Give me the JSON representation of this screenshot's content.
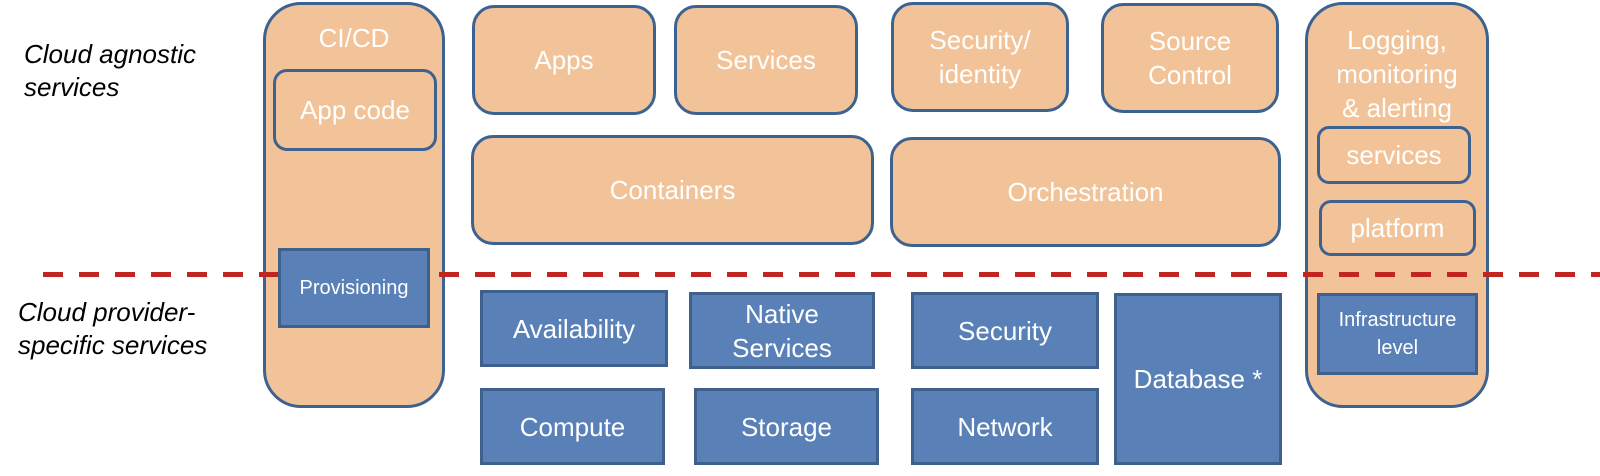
{
  "layers": {
    "agnostic_label": "Cloud agnostic\nservices",
    "provider_label": "Cloud provider-\nspecific services"
  },
  "colors": {
    "agnostic_fill": "#f2c398",
    "agnostic_border": "#3d6290",
    "provider_fill": "#5980b7",
    "provider_border": "#3f5f8d",
    "divider": "#c0261e"
  },
  "cicd": {
    "title": "CI/CD",
    "inner_agnostic": "App code",
    "inner_provider": "Provisioning"
  },
  "agnostic_boxes": {
    "apps": "Apps",
    "services": "Services",
    "security_identity": "Security/\nidentity",
    "source_control": "Source\nControl",
    "containers": "Containers",
    "orchestration": "Orchestration"
  },
  "logging": {
    "title": "Logging,\nmonitoring\n& alerting",
    "services": "services",
    "platform": "platform",
    "infrastructure": "Infrastructure\nlevel"
  },
  "provider_boxes": {
    "availability": "Availability",
    "native_services": "Native\nServices",
    "security": "Security",
    "database": "Database *",
    "compute": "Compute",
    "storage": "Storage",
    "network": "Network"
  }
}
